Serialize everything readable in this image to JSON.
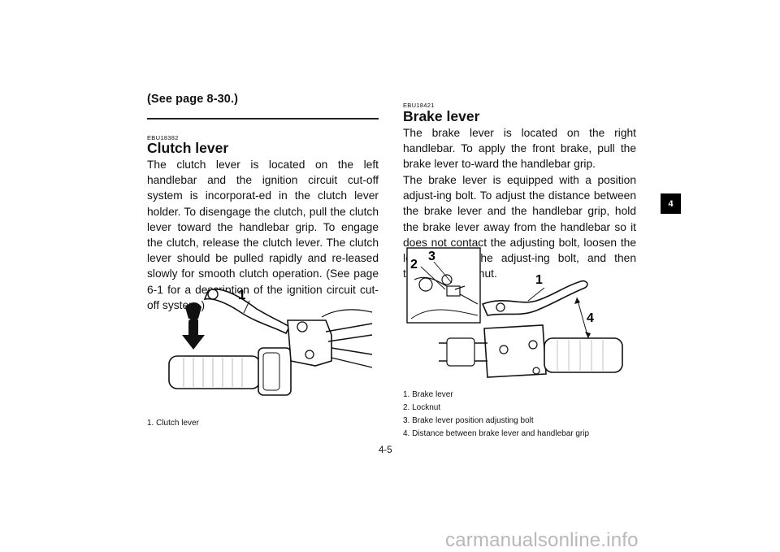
{
  "left": {
    "reference": "(See page 8-30.)",
    "clutch_code": "EBU18382",
    "clutch_title": "Clutch lever",
    "clutch_text": "The clutch lever is located on the left handlebar and the ignition circuit cut-off system is incorporat-ed in the clutch lever holder. To disengage the clutch, pull the clutch lever toward the handlebar grip. To engage the clutch, release the clutch lever. The clutch lever should be pulled rapidly and re-leased slowly for smooth clutch operation. (See page 6-1 for a description of the ignition circuit cut-off system.)",
    "figure_callout": "1",
    "figure_caption": "1.  Clutch lever"
  },
  "right": {
    "brake_code": "EBU18421",
    "brake_title": "Brake lever",
    "brake_para1": "The brake lever is located on the right handlebar. To apply the front brake, pull the brake lever to-ward the handlebar grip.",
    "brake_para2": "The brake lever is equipped with a position adjust-ing bolt. To adjust the distance between the brake lever and the handlebar grip, hold the brake lever away from the handlebar so it does not contact the adjusting bolt, loosen the locknut, turn the adjust-ing bolt, and then tighten the locknut.",
    "callouts": [
      "1",
      "2",
      "3",
      "4"
    ],
    "captions": [
      "1.  Brake lever",
      "2.  Locknut",
      "3.  Brake lever position adjusting bolt",
      "4.  Distance between brake lever and handlebar grip"
    ]
  },
  "chapter_tab": "4",
  "page_number": "4-5",
  "watermark": "carmanualsonline.info"
}
